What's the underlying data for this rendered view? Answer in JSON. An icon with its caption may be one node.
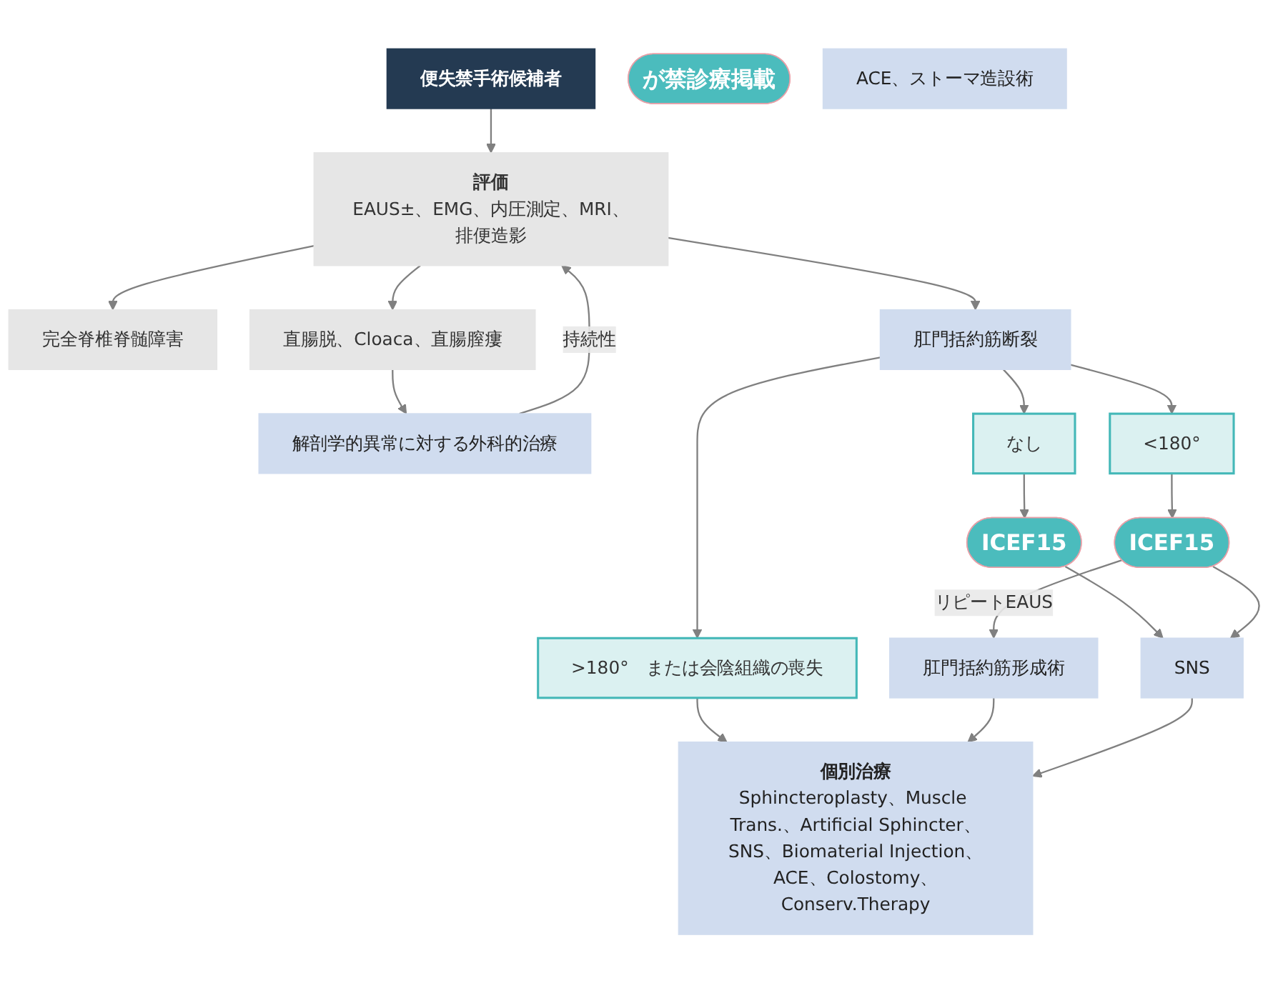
{
  "diagram": {
    "nodes": [
      {
        "text": [
          "便失禁手術候補者"
        ]
      },
      {
        "text": [
          "が禁診療掲載"
        ]
      },
      {
        "text": [
          "評価",
          "EAUS±、EMG、内圧測定、MRI、排便造影"
        ]
      },
      {
        "text": [
          "解剖学的異常に対する外科的治療"
        ]
      },
      {
        "text": [
          "完全脊椎脊髄障害"
        ]
      },
      {
        "text": [
          "直腸脱、Cloaca、直腸膣瘻"
        ]
      },
      {
        "text": [
          "ACE、ストーマ造設術"
        ]
      },
      {
        "text": [
          "肛門括約筋断裂"
        ]
      },
      {
        "text": [
          "なし"
        ]
      },
      {
        "text": [
          "<180°"
        ]
      },
      {
        "text": [
          ">180°　または会陰組織の喪失"
        ]
      },
      {
        "text": [
          "ICEF15"
        ]
      },
      {
        "text": [
          "ICEF15"
        ]
      },
      {
        "text": [
          "個別治療",
          "Sphincteroplasty、Muscle Trans.、Artificial Sphincter、SNS、Biomaterial Injection、ACE、Colostomy、Conserv.Therapy"
        ]
      },
      {
        "text": [
          "肛門括約筋形成術"
        ]
      },
      {
        "text": [
          "SNS"
        ]
      }
    ],
    "edges": [
      {
        "from": 0,
        "to": 2,
        "arrow": "to"
      },
      {
        "from": 3,
        "to": 2,
        "arrow": "to",
        "label": "持続性"
      },
      {
        "from": 2,
        "to": 4,
        "arrow": "to"
      },
      {
        "from": 2,
        "to": 5,
        "arrow": "to"
      },
      {
        "from": 2,
        "to": 7,
        "arrow": "to"
      },
      {
        "from": 5,
        "to": 3,
        "arrow": "to"
      },
      {
        "from": 7,
        "to": 8,
        "arrow": "to"
      },
      {
        "from": 7,
        "to": 9,
        "arrow": "to"
      },
      {
        "from": 7,
        "to": 10,
        "arrow": "to"
      },
      {
        "from": 8,
        "to": 11,
        "arrow": "to"
      },
      {
        "from": 9,
        "to": 12,
        "arrow": "to"
      },
      {
        "from": 10,
        "to": 13,
        "arrow": "to"
      },
      {
        "from": 11,
        "to": 15,
        "arrow": "to"
      },
      {
        "from": 12,
        "to": 14,
        "arrow": "to",
        "label": "リピートEAUS"
      },
      {
        "from": 12,
        "to": 15,
        "arrow": "to"
      },
      {
        "from": 14,
        "to": 13,
        "arrow": "to"
      },
      {
        "from": 15,
        "to": 13,
        "arrow": "to"
      }
    ]
  }
}
